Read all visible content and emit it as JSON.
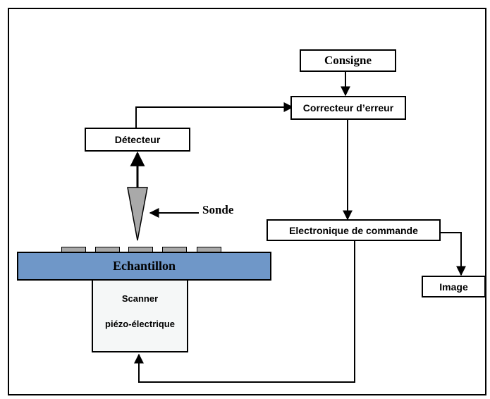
{
  "blocks": {
    "consigne": "Consigne",
    "correcteur": "Correcteur d’erreur",
    "detecteur": "Détecteur",
    "electronique": "Electronique de commande",
    "image": "Image",
    "echantillon": "Echantillon",
    "scanner_line1": "Scanner",
    "scanner_line2": "piézo-électrique",
    "sonde": "Sonde"
  },
  "colors": {
    "sample_fill": "#6f97c8",
    "scanner_fill": "#f5f7f7",
    "probe_fill": "#a9a9a9"
  }
}
